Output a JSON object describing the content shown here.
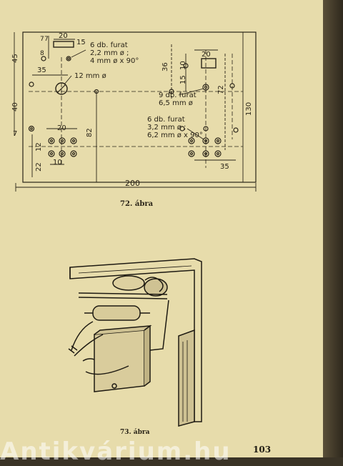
{
  "figure1": {
    "caption": "72. ábra",
    "dims": {
      "d20_top": "20",
      "d15": "15",
      "d7a": "7",
      "d7b": "7",
      "d8": "8",
      "d45": "45",
      "d35_left": "35",
      "d40": "40",
      "d7_left": "7",
      "d20_mid": "20",
      "d12": "12",
      "d22": "22",
      "d10_bot": "10",
      "d82": "82",
      "d200": "200",
      "d20_right": "20",
      "d36": "36",
      "d10_right": "10",
      "d15_right": "15",
      "d72": "72",
      "d130": "130",
      "d35_right": "35"
    },
    "notes": {
      "a1": "6 db. furat",
      "a2": "2,2 mm ø ;",
      "a3": "4 mm ø x 90°",
      "b1": "12 mm ø",
      "c1": "9 db. furat",
      "c2": "6,5 mm ø",
      "e1": "6 db. furat",
      "e2": "3,2 mm ø ;",
      "e3": "6,2 mm ø x 90°"
    }
  },
  "figure2": {
    "caption": "73. ábra"
  },
  "page_number": "103",
  "watermark": "Antikvárium.hu"
}
